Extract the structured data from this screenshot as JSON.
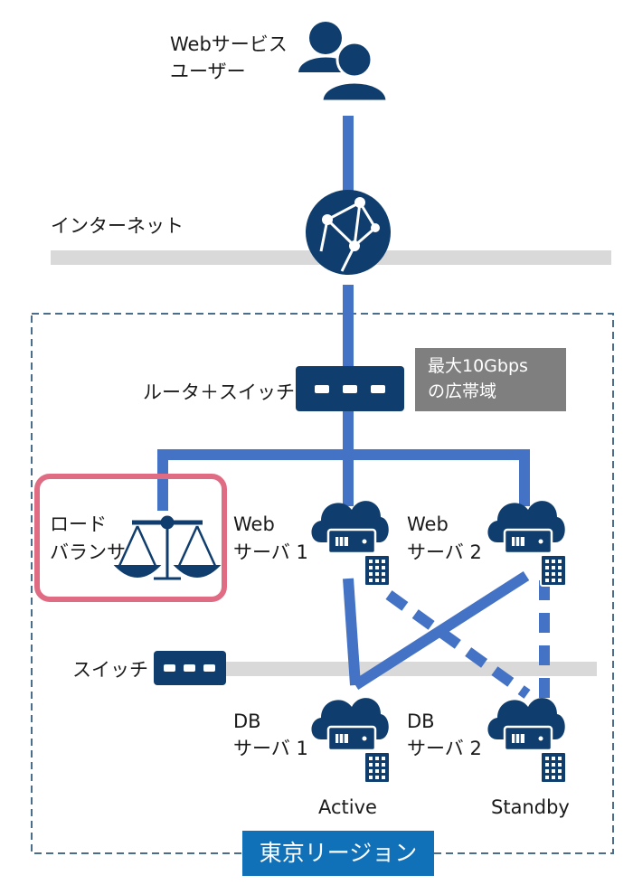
{
  "users_label_line1": "Webサービス",
  "users_label_line2": "ユーザー",
  "internet_label": "インターネット",
  "router_label": "ルータ＋スイッチ",
  "bandwidth_line1": "最大10Gbps",
  "bandwidth_line2": "の広帯域",
  "lb_label_line1": "ロード",
  "lb_label_line2": "バランサ",
  "web1_line1": "Web",
  "web1_line2": "サーバ 1",
  "web2_line1": "Web",
  "web2_line2": "サーバ 2",
  "switch_label": "スイッチ",
  "db1_line1": "DB",
  "db1_line2": "サーバ 1",
  "db2_line1": "DB",
  "db2_line2": "サーバ 2",
  "db1_status": "Active",
  "db2_status": "Standby",
  "region_label": "東京リージョン",
  "colors": {
    "navy": "#0f3d6e",
    "link_blue": "#4472c4",
    "gray_bar": "#d9d9d9",
    "highlight": "#e06c83",
    "region_blue": "#1070b8",
    "box_gray": "#7f7f7f"
  }
}
